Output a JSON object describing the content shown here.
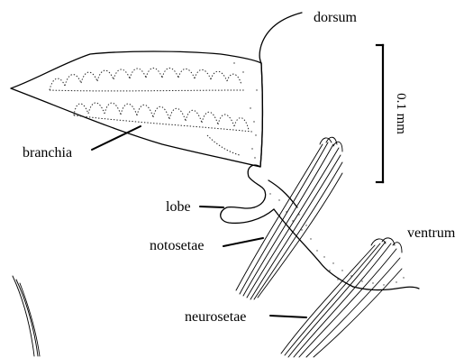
{
  "labels": {
    "dorsum": "dorsum",
    "branchia": "branchia",
    "lobe": "lobe",
    "notosetae": "notosetae",
    "ventrum": "ventrum",
    "neurosetae": "neurosetae"
  },
  "scale_bar": {
    "text": "0.1 mm"
  },
  "colors": {
    "ink": "#000000",
    "background": "#ffffff"
  }
}
